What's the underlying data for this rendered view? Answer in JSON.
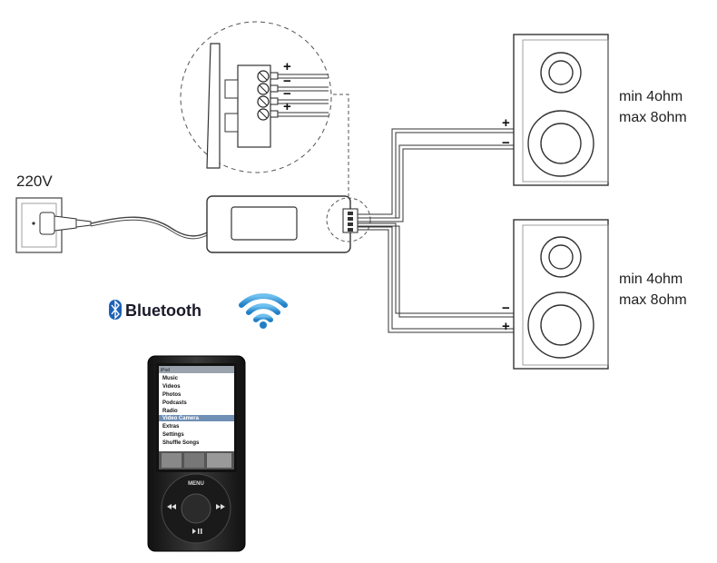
{
  "power": {
    "voltage": "220V"
  },
  "speakers": [
    {
      "spec_min": "min 4ohm",
      "spec_max": "max 8ohm",
      "pos": "+",
      "neg": "−"
    },
    {
      "spec_min": "min 4ohm",
      "spec_max": "max 8ohm",
      "pos": "+",
      "neg": "−"
    }
  ],
  "terminal_block": {
    "labels": [
      "+",
      "−",
      "−",
      "+"
    ]
  },
  "bluetooth": {
    "label": "Bluetooth"
  },
  "player": {
    "status": "iPod",
    "menu": [
      "Music",
      "Videos",
      "Photos",
      "Podcasts",
      "Radio",
      "Video Camera",
      "Extras",
      "Settings",
      "Shuffle Songs"
    ],
    "wheel_label": "MENU",
    "colors": {
      "body": "#2a2a2a",
      "screen": "#ffffff",
      "highlight": "#6f8fb5"
    }
  }
}
